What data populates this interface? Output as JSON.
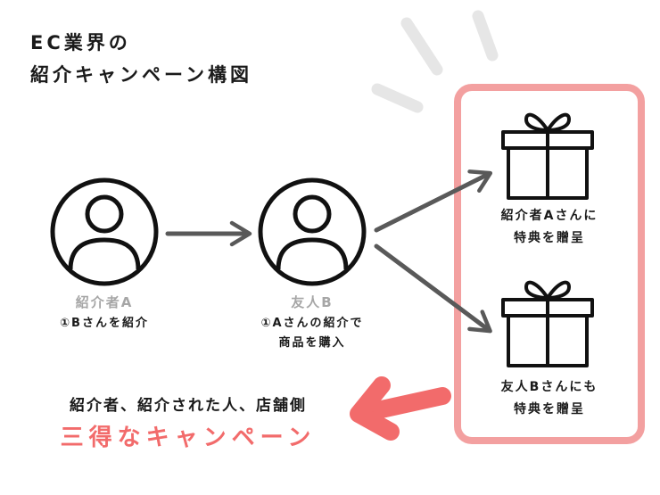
{
  "title": {
    "line1": "EC業界の",
    "line2": "紹介キャンペーン構図"
  },
  "person_a": {
    "role": "紹介者A",
    "desc": "①Bさんを紹介"
  },
  "person_b": {
    "role": "友人B",
    "desc_line1": "①Aさんの紹介で",
    "desc_line2": "商品を購入"
  },
  "gift_top": {
    "line1": "紹介者Aさんに",
    "line2": "特典を贈呈"
  },
  "gift_bottom": {
    "line1": "友人Bさんにも",
    "line2": "特典を贈呈"
  },
  "summary": {
    "line1": "紹介者、紹介された人、店舗側",
    "line2": "三得なキャンペーン"
  },
  "colors": {
    "accent": "#f26b6b",
    "panel_border": "#f3a0a0",
    "arrow": "#595959",
    "muted_text": "#a6a6a6",
    "sparkle": "#e6e6e6"
  }
}
